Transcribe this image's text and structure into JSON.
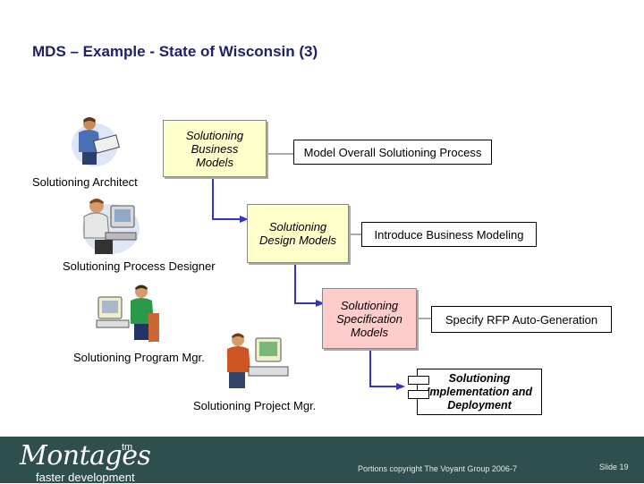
{
  "title": "MDS – Example - State of Wisconsin (3)",
  "notes": {
    "business_models": "Solutioning Business Models",
    "design_models": "Solutioning Design Models",
    "specification_models": "Solutioning Specification Models",
    "implementation": "Solutioning Implementation and Deployment"
  },
  "processes": {
    "overall": "Model Overall Solutioning Process",
    "business_modeling": "Introduce Business Modeling",
    "rfp": "Specify RFP Auto-Generation"
  },
  "roles": {
    "architect": "Solutioning Architect",
    "process_designer": "Solutioning Process Designer",
    "program_mgr": "Solutioning Program Mgr.",
    "project_mgr": "Solutioning Project Mgr."
  },
  "footer": {
    "logo": "Montages",
    "tm": "tm",
    "tagline": "faster development",
    "copyright": "Portions copyright The Voyant Group 2006-7",
    "slide": "Slide 19"
  },
  "colors": {
    "note_fill": "#ffffcc",
    "note_fill_pink": "#ffcccc",
    "connector": "#3333cc",
    "footer_bg": "#2f4f4f",
    "title": "#1f1f6b"
  }
}
